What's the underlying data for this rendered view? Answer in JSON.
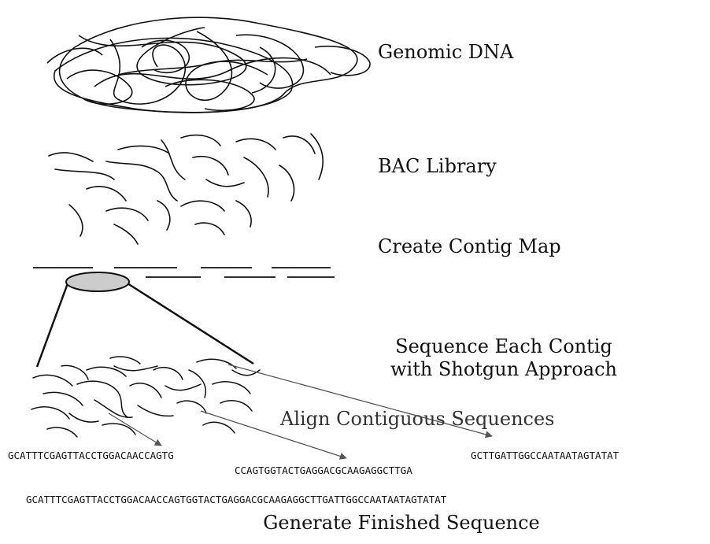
{
  "labels": {
    "genomic_dna": "Genomic DNA",
    "bac_library": "BAC Library",
    "contig_map": "Create Contig Map",
    "shotgun_line1": "Sequence Each Contig",
    "shotgun_line2": "with Shotgun Approach",
    "align": "Align Contiguous Sequences",
    "finished": "Generate Finished Sequence"
  },
  "sequences": {
    "fragment_left": "GCATTTCGAGTTACCTGGACAACCAGTG",
    "fragment_middle": "CCAGTGGTACTGAGGACGCAAGAGGCTTGA",
    "fragment_right": "GCTTGATTGGCCAATAATAGTATAT",
    "finished": "GCATTTCGAGTTACCTGGACAACCAGTGGTACTGAGGACGCAAGAGGCTTGATTGGCCAATAATAGTATAT"
  },
  "colors": {
    "ink": "#111111",
    "arrow": "#555555",
    "contig_fill": "#cccccc"
  }
}
